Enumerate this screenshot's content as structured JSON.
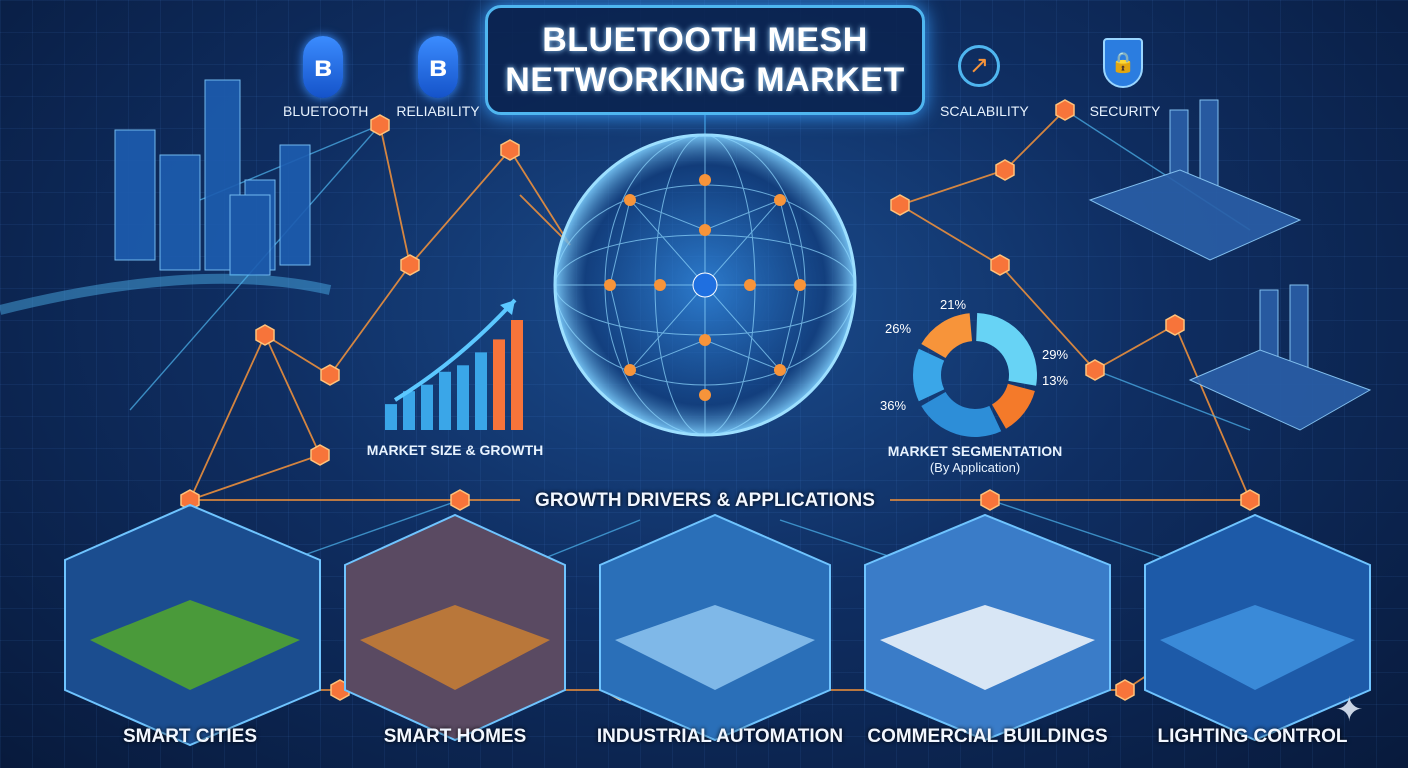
{
  "title": {
    "line1": "BLUETOOTH MESH",
    "line2": "NETWORKING MARKET"
  },
  "top_features": [
    {
      "label": "BLUETOOTH",
      "icon": "bluetooth-icon"
    },
    {
      "label": "RELIABILITY",
      "icon": "bluetooth-icon"
    },
    {
      "label": "SCALABILITY",
      "icon": "growth-arrow-icon"
    },
    {
      "label": "SECURITY",
      "icon": "shield-lock-icon"
    }
  ],
  "market_size": {
    "label": "MARKET SIZE & GROWTH",
    "bars": [
      2,
      3,
      3.5,
      4.5,
      5,
      6,
      7,
      8.5
    ]
  },
  "segmentation": {
    "label": "MARKET SEGMENTATION",
    "sublabel": "(By Application)",
    "slices": [
      {
        "label": "21%",
        "color": "#f7943a"
      },
      {
        "label": "29%",
        "color": "#67d3f5"
      },
      {
        "label": "13%",
        "color": "#f47a2a"
      },
      {
        "label": "36%",
        "color": "#2d8ed8"
      },
      {
        "label": "26%",
        "color": "#3aa6e8"
      }
    ]
  },
  "drivers_heading": "GROWTH DRIVERS & APPLICATIONS",
  "applications": [
    "SMART CITIES",
    "SMART HOMES",
    "INDUSTRIAL AUTOMATION",
    "COMMERCIAL BUILDINGS",
    "LIGHTING CONTROL"
  ],
  "colors": {
    "background": "#0f2e62",
    "accent_orange": "#f7943a",
    "accent_cyan": "#4fb6f0"
  }
}
